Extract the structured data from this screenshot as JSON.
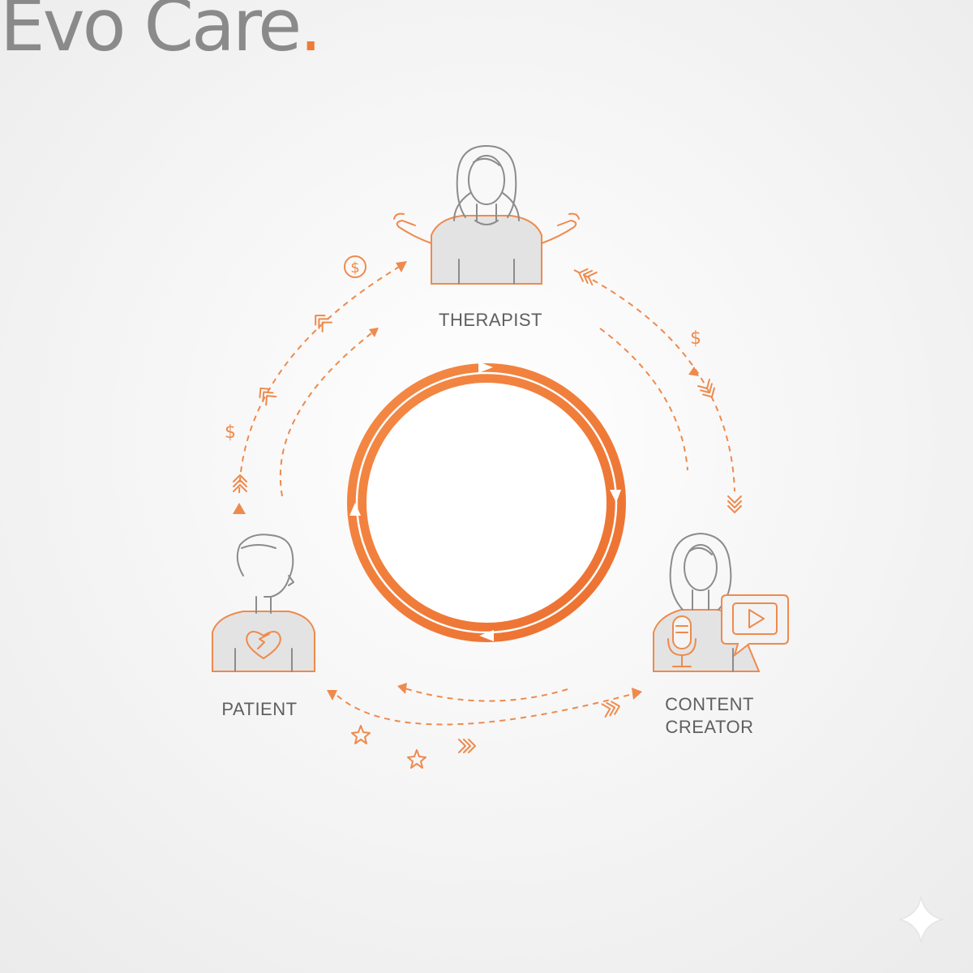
{
  "brand": {
    "name": "Evo Care",
    "dot": "."
  },
  "nodes": {
    "therapist": {
      "label": "THERAPIST"
    },
    "patient": {
      "label": "PATIENT"
    },
    "content_creator": {
      "label": "CONTENT\nCREATOR"
    }
  },
  "flow_symbols": {
    "currency": "$"
  },
  "colors": {
    "accent": "#ee7c36",
    "text": "#5f5f5f",
    "logo": "#8a8a8a",
    "figure_fill": "#e3e3e3"
  },
  "icons": [
    "therapist-figure-icon",
    "patient-figure-icon",
    "content-creator-figure-icon",
    "cycle-ring-icon",
    "dollar-coin-icon",
    "dollar-icon",
    "star-icon",
    "chevron-icon",
    "play-icon",
    "microphone-icon",
    "sparkle-icon"
  ]
}
